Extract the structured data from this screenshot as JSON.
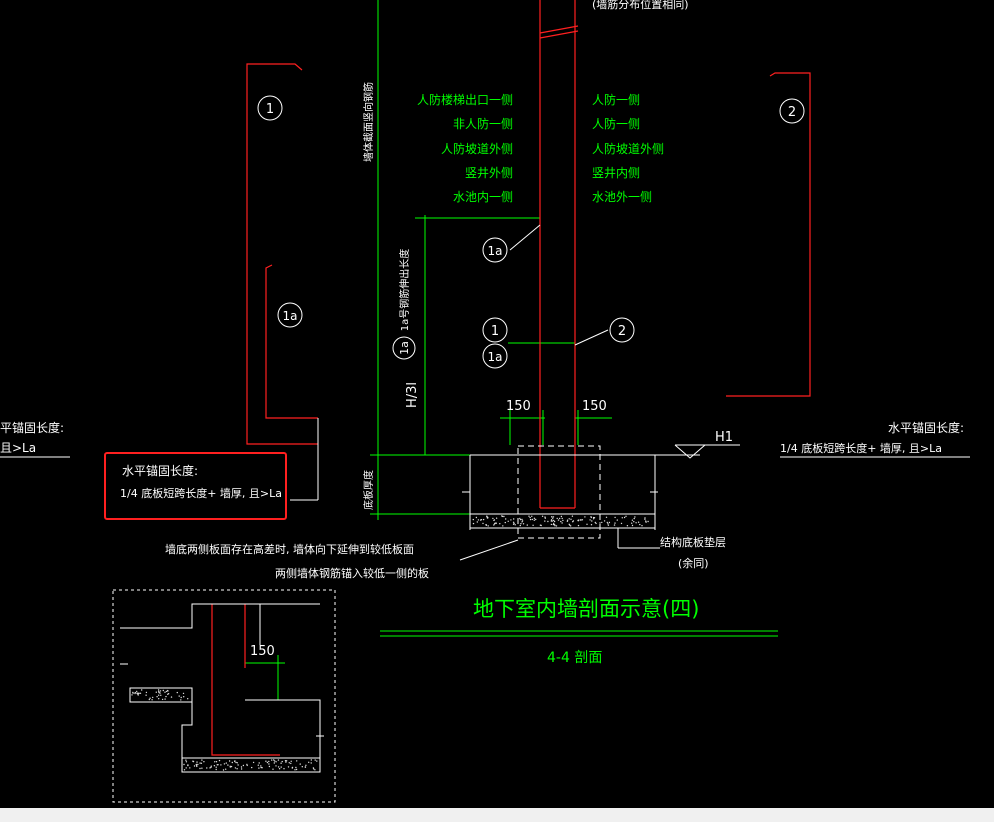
{
  "colors": {
    "background": "#000000",
    "green_line": "#00ff00",
    "red_line": "#ff2020",
    "white_line": "#ffffff",
    "highlight_box": "#ff2020",
    "bottom_bar": "#f0f0f0"
  },
  "labels": {
    "top_note": "(墙筋分布位置相同)",
    "wall_bar_top_to": "墙体截面竖向钢筋",
    "h3_dim": "H/3l",
    "bar_1a_length": "1a号钢筋伸出长度",
    "slab_thickness": "底板厚度",
    "dim_150_left": "150",
    "dim_150_right": "150",
    "dim_150_detail": "150",
    "h1_mark": "H1",
    "left_edge_anchor_1": "平锚固长度:",
    "left_edge_anchor_2": "且>La",
    "left_anchor_box_1": "水平锚固长度:",
    "left_anchor_box_2": "1/4 底板短跨长度+ 墙厚, 且>La",
    "right_anchor_1": "水平锚固长度:",
    "right_anchor_2": "1/4 底板短跨长度+ 墙厚, 且>La",
    "note_drop_1": "墙底两侧板面存在高差时, 墙体向下延伸到较低板面",
    "note_drop_2": "两侧墙体钢筋锚入较低一侧的板",
    "bed_label_1": "结构底板垫层",
    "bed_label_2": "(余同)",
    "drawing_title": "地下室内墙剖面示意(四)",
    "section_name": "4-4 剖面"
  },
  "left_side_list": [
    "人防楼梯出口一侧",
    "非人防一侧",
    "人防坡道外侧",
    "竖井外侧",
    "水池内一侧"
  ],
  "right_side_list": [
    "人防一侧",
    "人防一侧",
    "人防坡道外侧",
    "竖井内侧",
    "水池外一侧"
  ],
  "bubbles": {
    "b1_left": "1",
    "b2_right": "2",
    "b1a_left": "1a",
    "b1a_wall": "1a",
    "b1_wall": "1",
    "b1a_wall_low": "1a",
    "b2_wall": "2",
    "b1a_vertical": "1a"
  }
}
